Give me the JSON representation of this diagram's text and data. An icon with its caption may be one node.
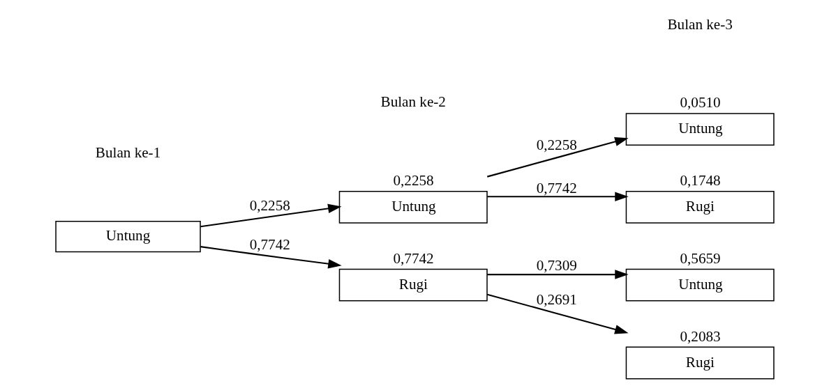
{
  "diagram": {
    "nodes": [
      {
        "text": [
          "Untung"
        ]
      },
      {
        "text": [
          "Untung"
        ],
        "beside": [
          "0,2258"
        ]
      },
      {
        "text": [
          "Rugi"
        ],
        "beside": [
          "0,7742"
        ]
      },
      {
        "text": [
          "Untung"
        ],
        "beside": [
          "0,0510"
        ]
      },
      {
        "text": [
          "Rugi"
        ],
        "beside": [
          "0,1748"
        ]
      },
      {
        "text": [
          "Untung"
        ],
        "beside": [
          "0,5659"
        ]
      },
      {
        "text": [
          "Rugi"
        ],
        "beside": [
          "0,2083"
        ]
      }
    ],
    "edges": [
      {
        "from": 0,
        "to": 1,
        "arrow": "to",
        "label": "0,2258"
      },
      {
        "from": 0,
        "to": 2,
        "arrow": "to",
        "label": "0,7742"
      },
      {
        "from": 1,
        "to": 3,
        "arrow": "to",
        "label": "0,2258"
      },
      {
        "from": 1,
        "to": 4,
        "arrow": "to",
        "label": "0,7742"
      },
      {
        "from": 2,
        "to": 5,
        "arrow": "to",
        "label": "0,7309"
      },
      {
        "from": 2,
        "to": 6,
        "arrow": "to",
        "label": "0,2691"
      }
    ],
    "labels": [
      "Bulan ke-1",
      "Bulan ke-2",
      "Bulan ke-3"
    ]
  }
}
